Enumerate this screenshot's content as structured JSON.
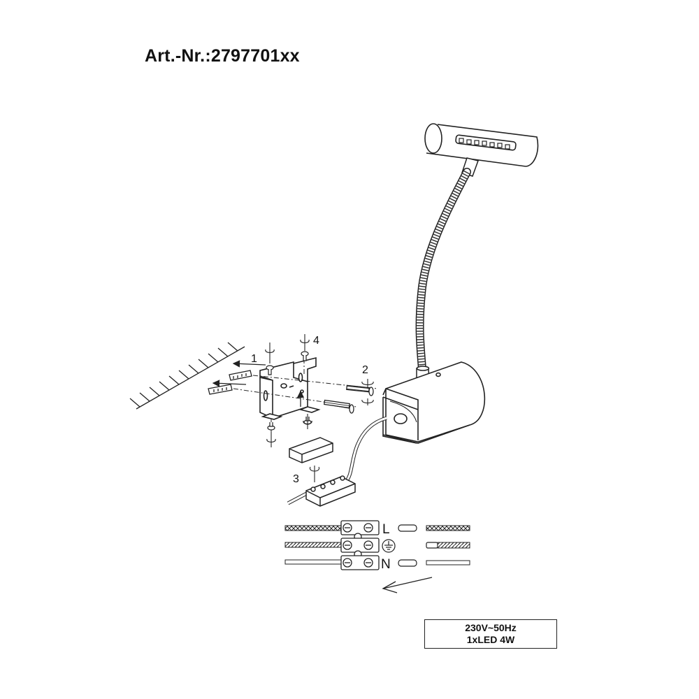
{
  "title": "Art.-Nr.:2797701xx",
  "step_labels": {
    "one": "1",
    "two": "2",
    "three": "3",
    "four": "4"
  },
  "terminal_labels": {
    "live": "L",
    "neutral": "N"
  },
  "icons": {
    "earth": "earth-ground-icon",
    "direction": "arrow-left-icon"
  },
  "specs": {
    "line1": "230V~50Hz",
    "line2": "1xLED 4W"
  }
}
